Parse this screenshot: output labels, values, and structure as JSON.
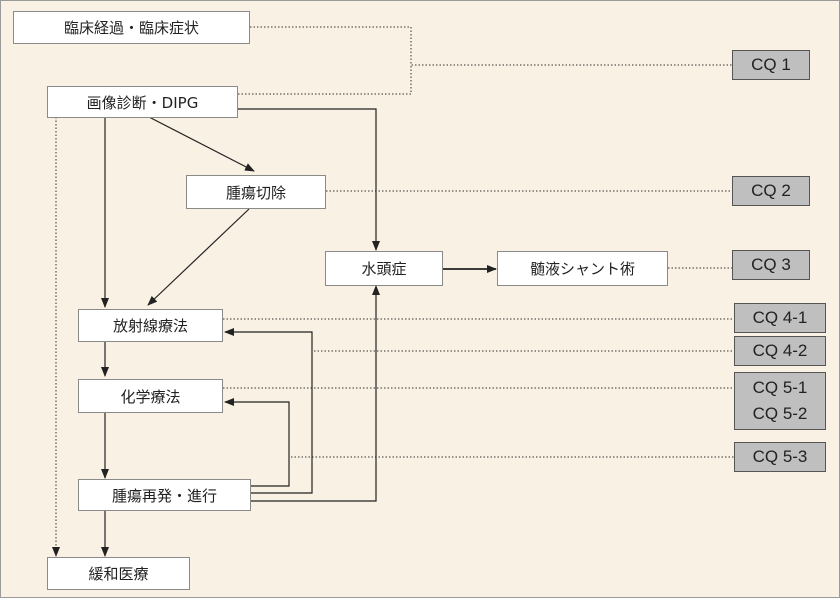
{
  "nodes": {
    "clinical": "臨床経過・臨床症状",
    "imaging": "画像診断・DIPG",
    "resection": "腫瘍切除",
    "hydrocephalus": "水頭症",
    "csf_shunt": "髄液シャント術",
    "radiotherapy": "放射線療法",
    "chemotherapy": "化学療法",
    "recurrence": "腫瘍再発・進行",
    "palliative": "緩和医療"
  },
  "cq": {
    "cq1": "CQ 1",
    "cq2": "CQ 2",
    "cq3": "CQ 3",
    "cq4_1": "CQ 4-1",
    "cq4_2": "CQ 4-2",
    "cq5_1": "CQ 5-1",
    "cq5_2": "CQ 5-2",
    "cq5_3": "CQ 5-3"
  },
  "colors": {
    "background": "#f9f1e3",
    "cq_fill": "#bfbfbf",
    "node_fill": "#ffffff",
    "line": "#222222"
  }
}
